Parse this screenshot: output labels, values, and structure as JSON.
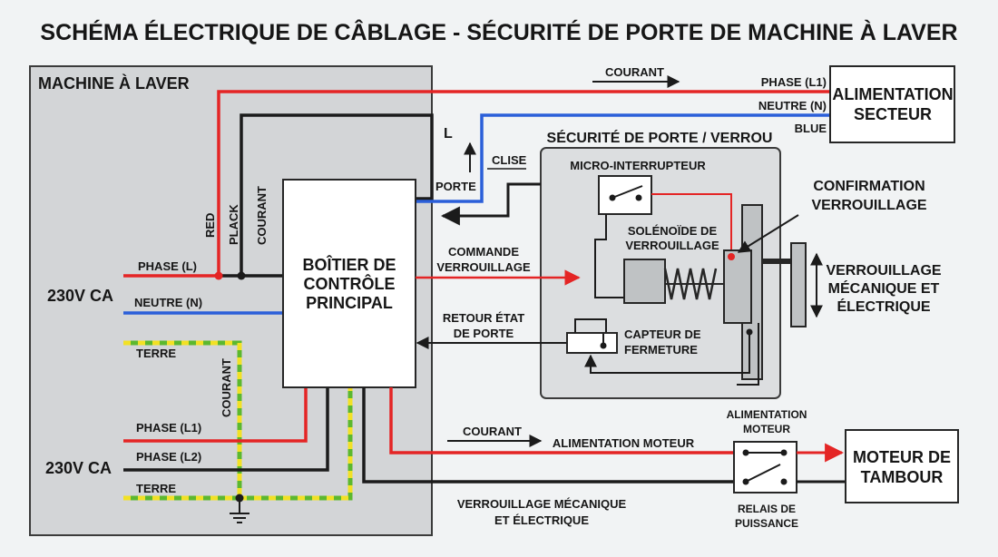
{
  "title": "SCHÉMA ÉLECTRIQUE DE CÂBLAGE - SÉCURITÉ DE PORTE DE MACHINE À LAVER",
  "colors": {
    "phase": "#e42525",
    "neutral": "#2b5fd9",
    "black": "#1b1b1b",
    "earth_green": "#5cb82e",
    "earth_yellow": "#f2e125",
    "machine_fill": "#d3d5d7",
    "module_fill": "#dcdee0",
    "box_fill": "#ffffff"
  },
  "machine": {
    "label": "MACHINE À LAVER",
    "supply_top": {
      "voltage": "230V CA",
      "phase_label": "PHASE (L)",
      "neutral_label": "NEUTRE (N)",
      "earth_label": "TERRE"
    },
    "supply_bottom": {
      "voltage": "230V CA",
      "phase1_label": "PHASE (L1)",
      "phase2_label": "PHASE (L2)",
      "earth_label": "TERRE"
    },
    "vertical_labels": {
      "red": "RED",
      "plack": "PLACK",
      "courant_top": "COURANT",
      "courant_bottom": "COURANT"
    }
  },
  "control_box": {
    "line1": "BOÎTIER DE",
    "line2": "CONTRÔLE",
    "line3": "PRINCIPAL"
  },
  "mains": {
    "line1": "ALIMENTATION",
    "line2": "SECTEUR",
    "phase_label": "PHASE (L1)",
    "neutral_label": "NEUTRE (N)",
    "blue_label": "BLUE",
    "current_label": "COURANT"
  },
  "door_link": {
    "l_label": "L",
    "porte_label": "PORTE",
    "clise_label": "CLISE"
  },
  "door_module": {
    "title": "SÉCURITÉ DE PORTE / VERROU",
    "microswitch": "MICRO-INTERRUPTEUR",
    "solenoid_line1": "SOLÉNOÏDE DE",
    "solenoid_line2": "VERROUILLAGE",
    "sensor_line1": "CAPTEUR DE",
    "sensor_line2": "FERMETURE"
  },
  "signals": {
    "command_line1": "COMMANDE",
    "command_line2": "VERROUILLAGE",
    "status_line1": "RETOUR ÉTAT",
    "status_line2": "DE PORTE"
  },
  "confirmation": {
    "line1": "CONFIRMATION",
    "line2": "VERROUILLAGE"
  },
  "mech_lock": {
    "line1": "VERROUILLAGE",
    "line2": "MÉCANIQUE ET",
    "line3": "ÉLECTRIQUE"
  },
  "motor_feed": {
    "current_label": "COURANT",
    "supply_label": "ALIMENTATION MOTEUR",
    "bottom_line1": "VERROUILLAGE MÉCANIQUE",
    "bottom_line2": "ET ÉLECTRIQUE"
  },
  "relay": {
    "top_line1": "ALIMENTATION",
    "top_line2": "MOTEUR",
    "bottom_line1": "RELAIS DE",
    "bottom_line2": "PUISSANCE"
  },
  "motor": {
    "line1": "MOTEUR DE",
    "line2": "TAMBOUR"
  }
}
